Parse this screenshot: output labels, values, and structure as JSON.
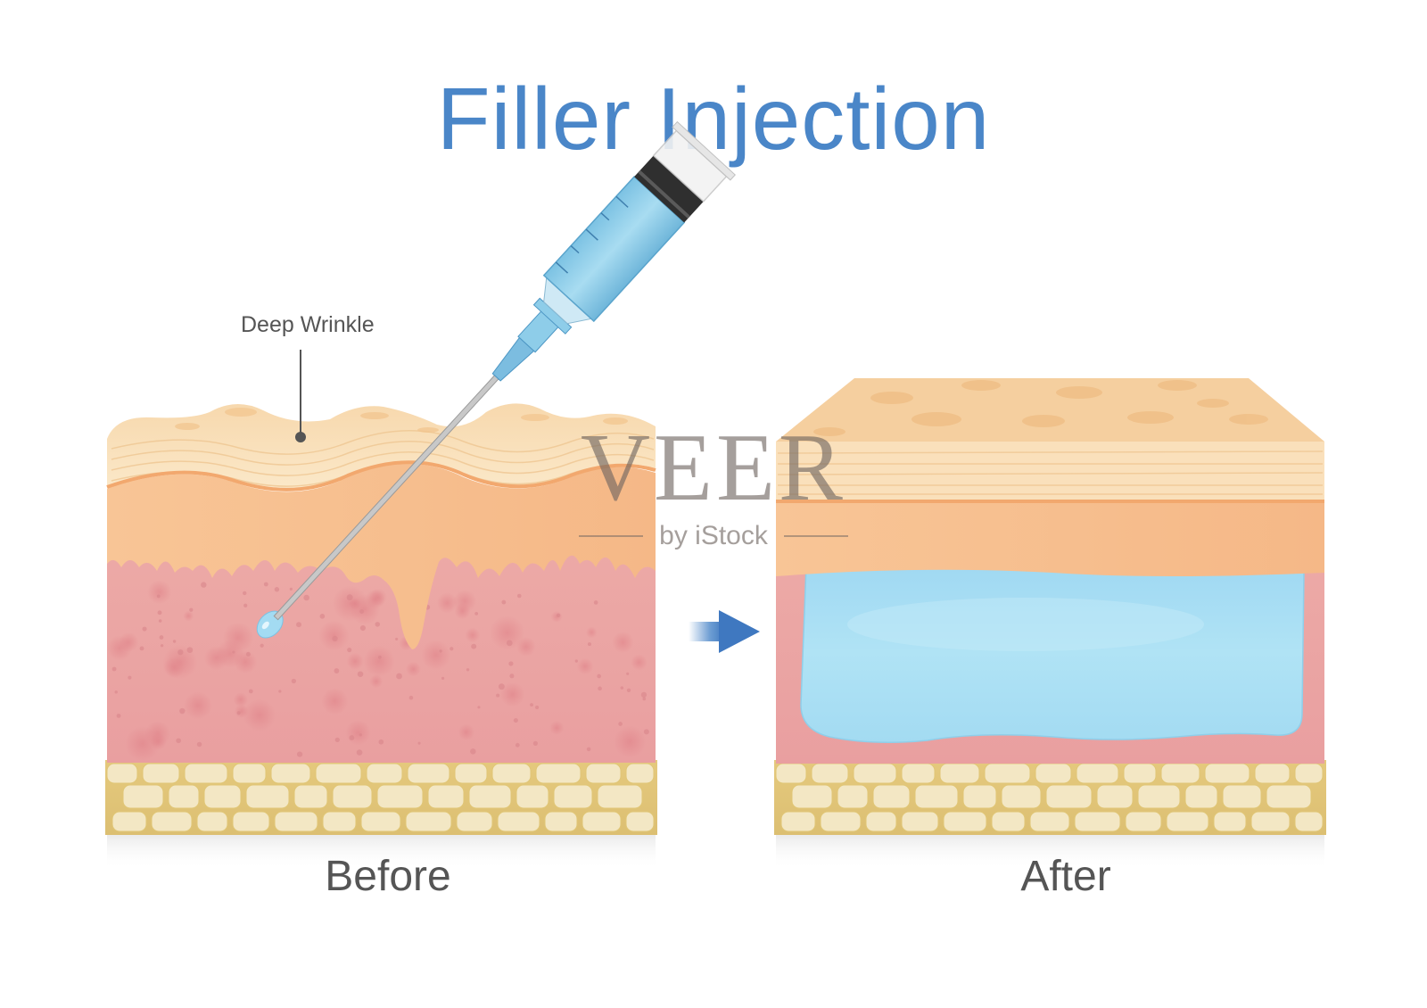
{
  "title": "Filler Injection",
  "labels": {
    "deep_wrinkle": "Deep Wrinkle",
    "before": "Before",
    "after": "After"
  },
  "watermark": {
    "main": "VEER",
    "sub": "by iStock"
  },
  "colors": {
    "title": "#4a86c8",
    "epidermis": "#f9dcb4",
    "epidermis_dark": "#f4c48f",
    "dermis": "#eaa3a4",
    "fat_cell": "#f1e2b8",
    "fat_border": "#e2c475",
    "filler": "#a9def3",
    "syringe": "#8ecde9",
    "arrow": "#4a86c8",
    "label_text": "#555555"
  },
  "icons": [
    "syringe-icon",
    "arrow-right-icon"
  ]
}
